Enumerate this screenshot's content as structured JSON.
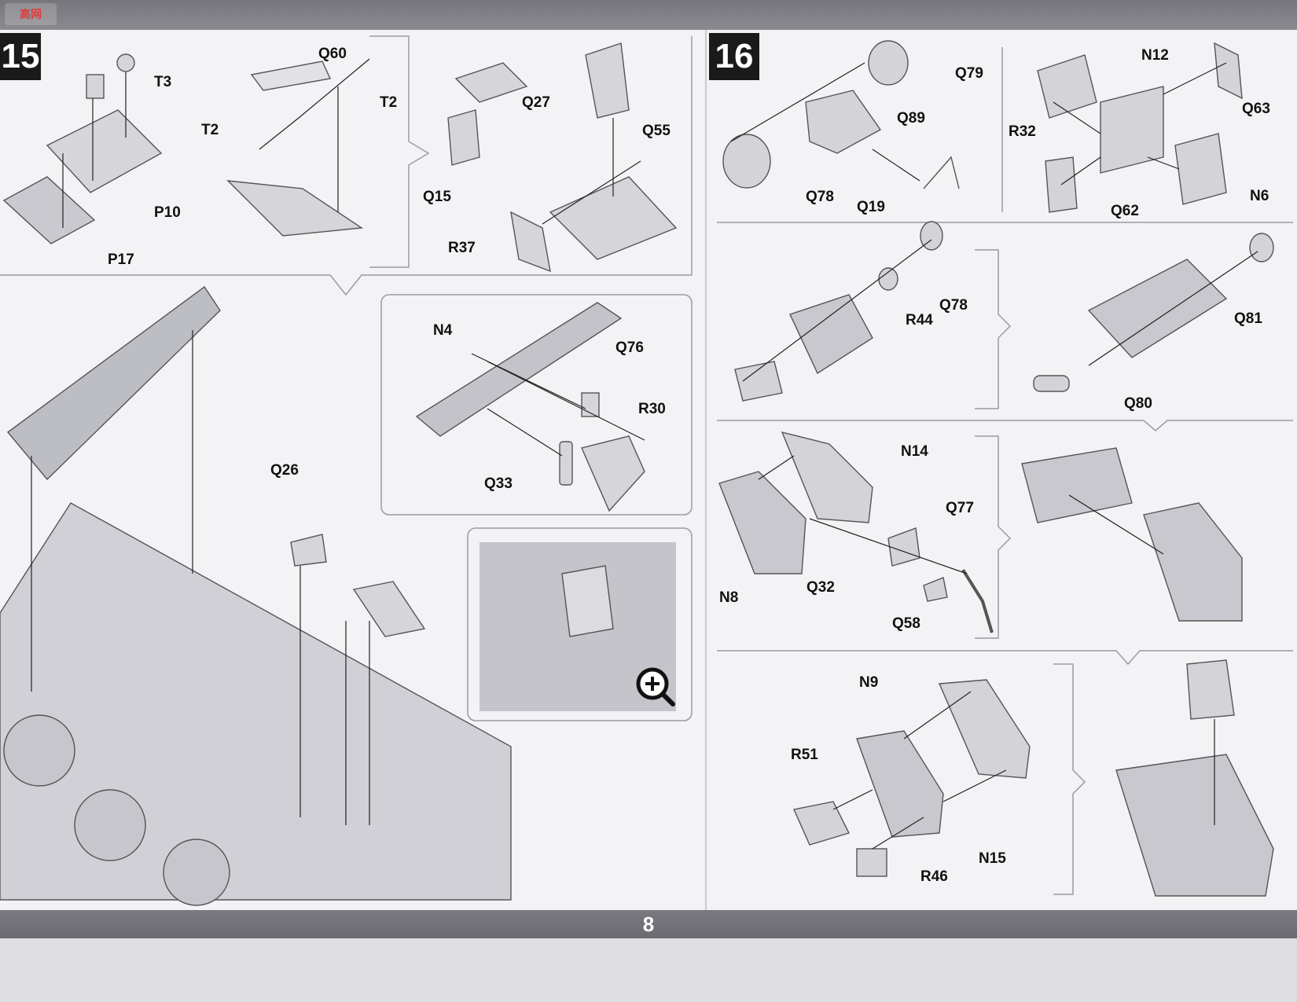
{
  "watermark": {
    "logo_text": "高网"
  },
  "steps": [
    {
      "number": "15"
    },
    {
      "number": "16"
    }
  ],
  "labels": {
    "T3": "T3",
    "Q60": "Q60",
    "T2a": "T2",
    "T2b": "T2",
    "Q27": "Q27",
    "Q55": "Q55",
    "P10": "P10",
    "P17": "P17",
    "Q15": "Q15",
    "R37": "R37",
    "N4": "N4",
    "Q76": "Q76",
    "R30": "R30",
    "Q33": "Q33",
    "Q26": "Q26",
    "Q79": "Q79",
    "Q89": "Q89",
    "Q78a": "Q78",
    "Q19": "Q19",
    "N12": "N12",
    "Q63": "Q63",
    "R32": "R32",
    "Q62": "Q62",
    "N6": "N6",
    "R44": "R44",
    "Q78b": "Q78",
    "Q81": "Q81",
    "Q80": "Q80",
    "N14": "N14",
    "Q77": "Q77",
    "N8": "N8",
    "Q32": "Q32",
    "Q58": "Q58",
    "N9": "N9",
    "R51": "R51",
    "N15": "N15",
    "R46": "R46"
  },
  "footer": {
    "page_number": "8"
  }
}
